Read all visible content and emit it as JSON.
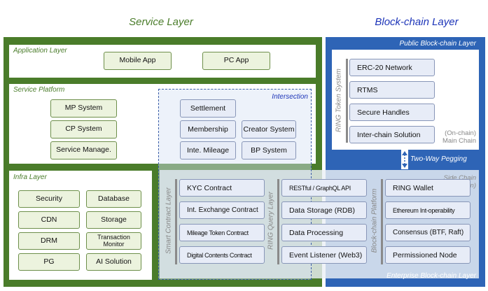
{
  "titles": {
    "service": "Service Layer",
    "blockchain": "Block-chain Layer"
  },
  "service": {
    "application_layer": {
      "label": "Application Layer",
      "items": [
        "Mobile App",
        "PC App"
      ]
    },
    "service_platform": {
      "label": "Service Platform",
      "items": [
        "MP System",
        "CP System",
        "Service Manage."
      ]
    },
    "intersection": {
      "label": "Intersection",
      "items": [
        "Settlement",
        "Membership",
        "Inte. Mileage",
        "Creator System",
        "BP System"
      ]
    },
    "infra_layer": {
      "label": "Infra Layer",
      "left": [
        "Security",
        "CDN",
        "DRM",
        "PG"
      ],
      "right": [
        "Database",
        "Storage",
        "Transaction Monitor",
        "AI Solution"
      ]
    }
  },
  "public_chain": {
    "label": "Public Block-chain Layer",
    "token_system_label": "RING Token System",
    "items": [
      "ERC-20 Network",
      "RTMS",
      "Secure Handles",
      "Inter-chain Solution"
    ],
    "main_chain_note": "(On-chain)\nMain Chain"
  },
  "pegging": {
    "label": "Two-Way Pegging"
  },
  "side_chain": {
    "note": "Side Chain\n(Off-chain)",
    "label": "Enterprise Block-chain Layer",
    "smart_contract": {
      "label": "Smart Contract Layer",
      "items": [
        "KYC Contract",
        "Int. Exchange Contract",
        "Mileage Token Contract",
        "Digital Contents Contract"
      ]
    },
    "ring_query": {
      "label": "RING Query Layer",
      "items": [
        "RESTful / GraphQL API",
        "Data Storage (RDB)",
        "Data Processing",
        "Event Listener (Web3)"
      ]
    },
    "platform": {
      "label": "Block-chain Platform",
      "items": [
        "RING Wallet",
        "Ethereum Int-operability",
        "Consensus (BTF, Raft)",
        "Permissioned Node"
      ]
    }
  },
  "colors": {
    "service_green": "#4a7c2a",
    "chain_blue": "#2e64b6",
    "title_blue": "#1c34b8"
  }
}
